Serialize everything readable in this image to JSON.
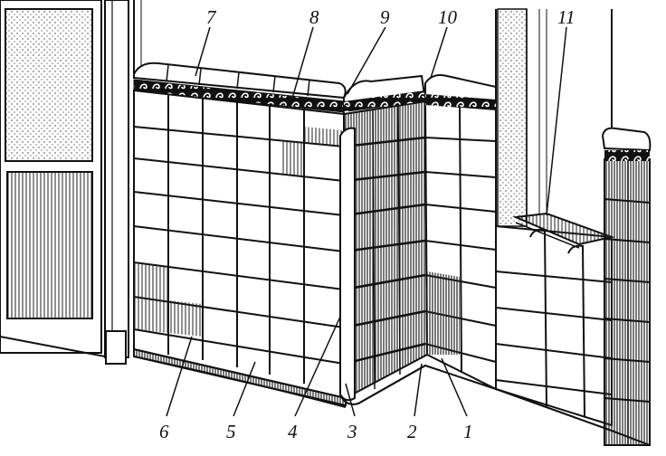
{
  "illustration": {
    "subject": "tiled wall panel with cornice, corners and skirting",
    "callouts": [
      {
        "id": "1",
        "label": "1"
      },
      {
        "id": "2",
        "label": "2"
      },
      {
        "id": "3",
        "label": "3"
      },
      {
        "id": "4",
        "label": "4"
      },
      {
        "id": "5",
        "label": "5"
      },
      {
        "id": "6",
        "label": "6"
      },
      {
        "id": "7",
        "label": "7"
      },
      {
        "id": "8",
        "label": "8"
      },
      {
        "id": "9",
        "label": "9"
      },
      {
        "id": "10",
        "label": "10"
      },
      {
        "id": "11",
        "label": "11"
      }
    ],
    "colors": {
      "ink": "#111111",
      "paper": "#ffffff"
    }
  }
}
